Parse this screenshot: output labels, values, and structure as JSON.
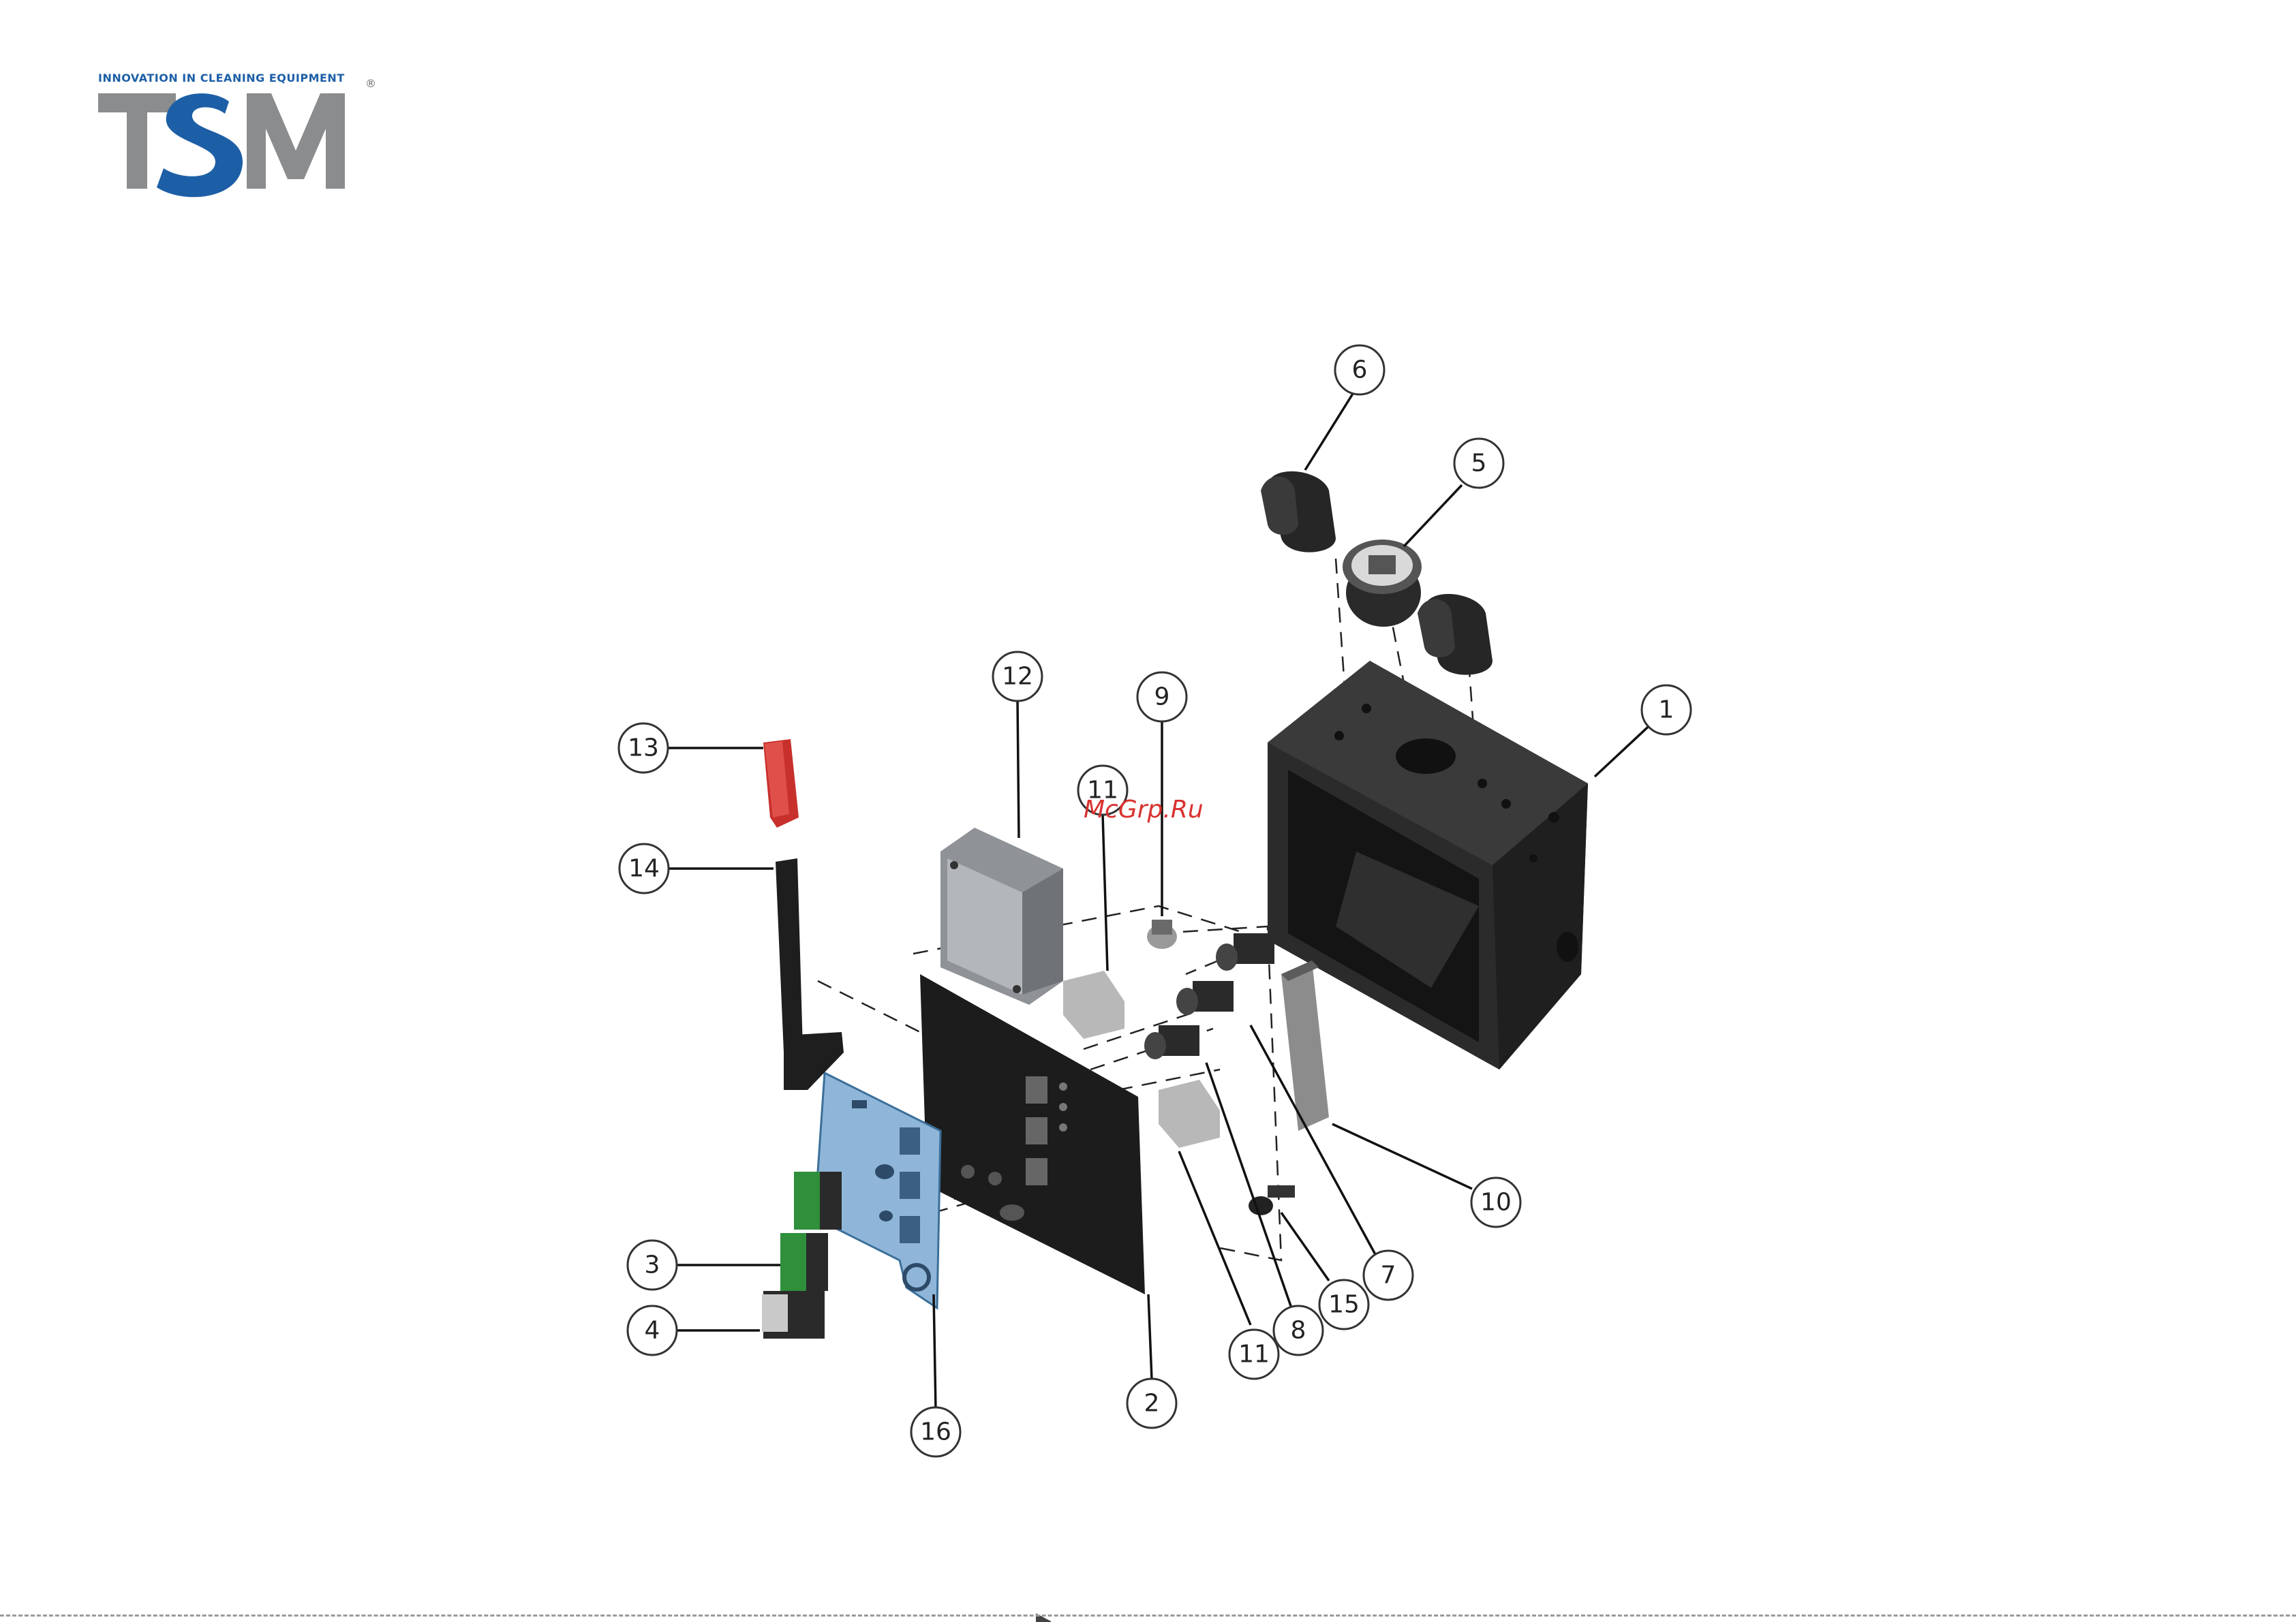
{
  "logo": {
    "tagline": "INNOVATION IN CLEANING EQUIPMENT",
    "brand": "TSM",
    "reg_mark": "®",
    "colors": {
      "blue": "#1d5fa6",
      "gray": "#8a8c8e"
    }
  },
  "watermark": "McGrp.Ru",
  "callouts": [
    {
      "id": "c1",
      "label": "1"
    },
    {
      "id": "c2",
      "label": "2"
    },
    {
      "id": "c3",
      "label": "3"
    },
    {
      "id": "c4",
      "label": "4"
    },
    {
      "id": "c5",
      "label": "5"
    },
    {
      "id": "c6",
      "label": "6"
    },
    {
      "id": "c7",
      "label": "7"
    },
    {
      "id": "c8",
      "label": "8"
    },
    {
      "id": "c9",
      "label": "9"
    },
    {
      "id": "c10",
      "label": "10"
    },
    {
      "id": "c11a",
      "label": "11"
    },
    {
      "id": "c11b",
      "label": "11"
    },
    {
      "id": "c12",
      "label": "12"
    },
    {
      "id": "c13",
      "label": "13"
    },
    {
      "id": "c14",
      "label": "14"
    },
    {
      "id": "c15",
      "label": "15"
    },
    {
      "id": "c16",
      "label": "16"
    }
  ],
  "colors": {
    "housing": "#2b2b2b",
    "panel_blue": "#8fb6d8",
    "switch_green": "#2f8f3a",
    "lever_red": "#c8302c",
    "module_gray": "#a9acb0"
  }
}
